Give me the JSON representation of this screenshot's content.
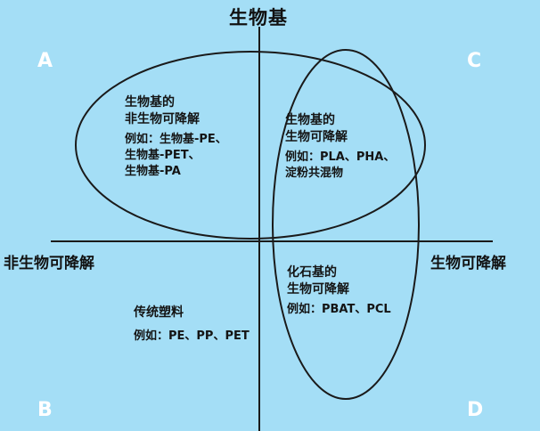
{
  "diagram": {
    "axis_top_label": "生物基",
    "axis_left_label": "非生物可降解",
    "axis_right_label": "生物可降解",
    "corner_labels": {
      "top_left": "A",
      "top_right": "C",
      "bottom_left": "B",
      "bottom_right": "D"
    },
    "quadrant_a": {
      "title_lines": [
        "生物基的",
        "非生物可降解"
      ],
      "example_lines": [
        "例如：生物基-PE、",
        "生物基-PET、",
        "生物基-PA"
      ]
    },
    "quadrant_c": {
      "title_lines": [
        "生物基的",
        "生物可降解"
      ],
      "example_lines": [
        "例如：PLA、PHA、",
        "淀粉共混物"
      ]
    },
    "quadrant_d": {
      "title_lines": [
        "化石基的",
        "生物可降解"
      ],
      "example_lines": [
        "例如：PBAT、PCL"
      ]
    },
    "quadrant_b": {
      "title_lines": [
        "传统塑料"
      ],
      "example_lines": [
        "例如：PE、PP、PET"
      ]
    }
  },
  "colors": {
    "background": "#a4def6",
    "line": "#1a1a1a",
    "text": "#141414",
    "corner_text": "#ffffff"
  }
}
